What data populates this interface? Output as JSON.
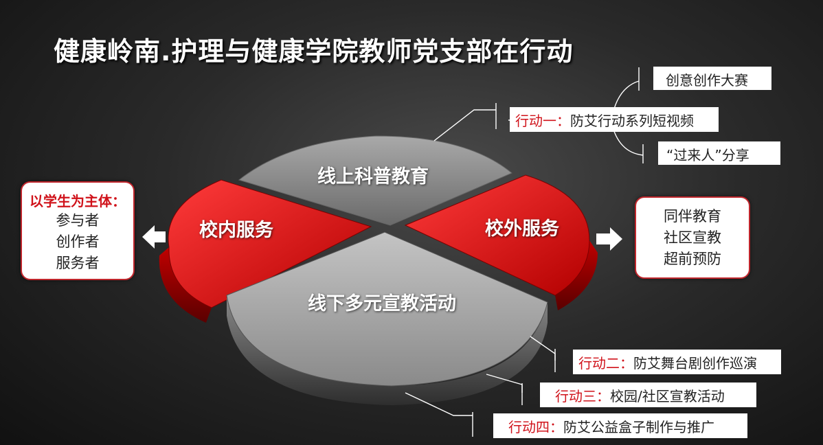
{
  "title": "健康岭南.护理与健康学院教师党支部在行动",
  "segments": {
    "online": "线上科普教育",
    "campus": "校内服务",
    "outside": "校外服务",
    "offline": "线下多元宣教活动"
  },
  "left_box": {
    "heading": "以学生为主体：",
    "items": [
      "参与者",
      "创作者",
      "服务者"
    ]
  },
  "right_box": {
    "items": [
      "同伴教育",
      "社区宣教",
      "超前预防"
    ]
  },
  "online_actions": {
    "top_item": "创意创作大赛",
    "main_prefix": "行动一：",
    "main_text": "防艾行动系列短视频",
    "bottom_item": "“过来人”分享"
  },
  "offline_actions": [
    {
      "prefix": "行动二：",
      "text": "防艾舞台剧创作巡演"
    },
    {
      "prefix": "行动三：",
      "text": "校园/社区宣教活动"
    },
    {
      "prefix": "行动四：",
      "text": "防艾公益盒子制作与推广"
    }
  ],
  "colors": {
    "accent_red": "#d0121a",
    "segment_gray": "#8a8a8a",
    "background": "#1f1f1f"
  },
  "icons": [
    "arrow-left-icon",
    "arrow-right-icon"
  ]
}
